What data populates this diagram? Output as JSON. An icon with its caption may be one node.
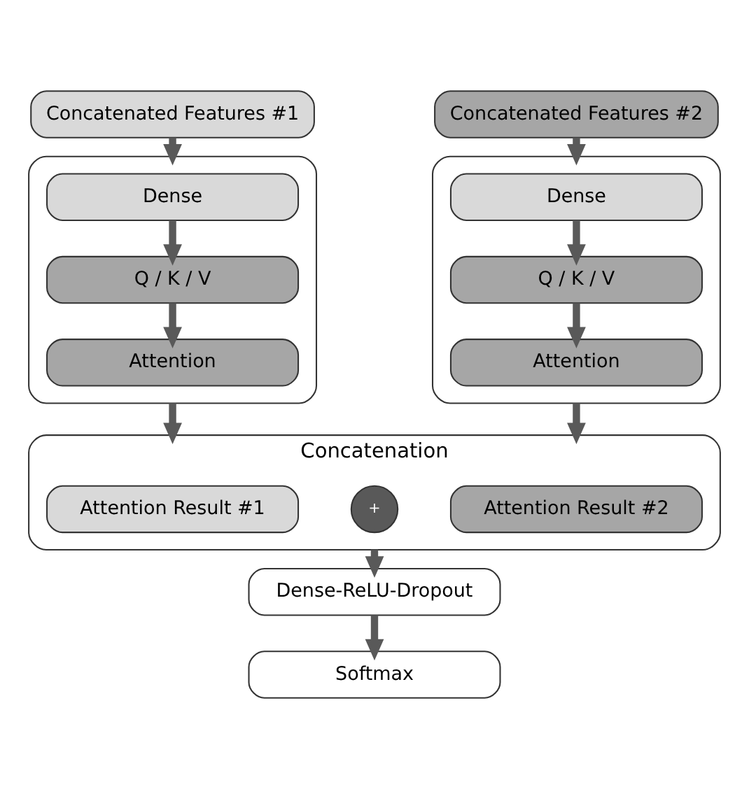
{
  "diagram": {
    "nodes": [
      {
        "text": [
          "Concatenated Features #1"
        ]
      },
      {
        "text": [
          "Concatenated Features #2"
        ]
      },
      {
        "text": [],
        "shape": "box"
      },
      {
        "text": [
          "Dense"
        ],
        "in": 2
      },
      {
        "text": [
          "Q / K / V"
        ],
        "in": 2
      },
      {
        "text": [
          "Attention"
        ],
        "in": 2
      },
      {
        "text": [],
        "shape": "box"
      },
      {
        "text": [
          "Dense"
        ],
        "in": 6
      },
      {
        "text": [
          "Q / K / V"
        ],
        "in": 6
      },
      {
        "text": [
          "Attention"
        ],
        "in": 6
      },
      {
        "text": [
          "Concatenation"
        ]
      },
      {
        "text": [
          "Attention Result #1"
        ],
        "in": 10
      },
      {
        "text": [
          "+"
        ],
        "in": 10
      },
      {
        "text": [
          "Attention Result #2"
        ],
        "in": 10
      },
      {
        "text": [
          "Dense-ReLU-Dropout"
        ]
      },
      {
        "text": [
          "Softmax"
        ]
      }
    ],
    "edges": [
      {
        "from": 0,
        "to": 2,
        "arrow": "to"
      },
      {
        "from": 3,
        "to": 4,
        "arrow": "to"
      },
      {
        "from": 4,
        "to": 5,
        "arrow": "to"
      },
      {
        "from": 1,
        "to": 6,
        "arrow": "to"
      },
      {
        "from": 7,
        "to": 8,
        "arrow": "to"
      },
      {
        "from": 8,
        "to": 9,
        "arrow": "to"
      },
      {
        "from": 2,
        "to": 10,
        "arrow": "to"
      },
      {
        "from": 6,
        "to": 10,
        "arrow": "to"
      },
      {
        "from": 10,
        "to": 14,
        "arrow": "to"
      },
      {
        "from": 14,
        "to": 15,
        "arrow": "to"
      }
    ]
  }
}
